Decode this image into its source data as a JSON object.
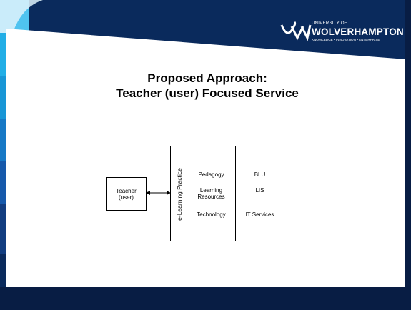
{
  "logo": {
    "line1": "UNIVERSITY OF",
    "line2": "WOLVERHAMPTON",
    "line3": "KNOWLEDGE • INNOVATION • ENTERPRISE"
  },
  "title": {
    "line1": "Proposed Approach:",
    "line2": "Teacher (user) Focused Service"
  },
  "diagram": {
    "teacher_line1": "Teacher",
    "teacher_line2": "(user)",
    "elearning_label": "e-Learning Practice",
    "middle": {
      "pedagogy": "Pedagogy",
      "learning_line1": "Learning",
      "learning_line2": "Resources",
      "technology": "Technology"
    },
    "right": {
      "blu": "BLU",
      "lis": "LIS",
      "it": "IT Services"
    }
  },
  "colors": {
    "navy": "#0a2a5c",
    "deep_navy": "#081d44",
    "cyan": "#1aa7e0",
    "blue": "#1976c7"
  }
}
